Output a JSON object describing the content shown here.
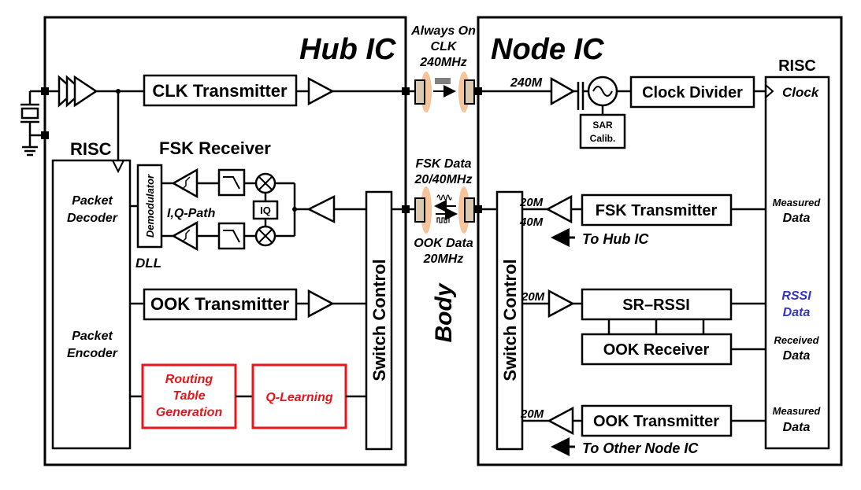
{
  "colors": {
    "accent_red": "#e8141b",
    "accent_blue": "#3333cc",
    "body_channel": "#f5c49a",
    "electrode": "#d9c9b0"
  },
  "hub": {
    "title": "Hub IC",
    "risc_label": "RISC",
    "clk_transmitter": "CLK Transmitter",
    "fsk_receiver_label": "FSK Receiver",
    "packet_decoder": [
      "Packet",
      "Decoder"
    ],
    "packet_encoder": [
      "Packet",
      "Encoder"
    ],
    "demodulator": "Demodulator",
    "dll": "DLL",
    "iq_path": "I,Q-Path",
    "iq_box": "IQ",
    "ook_transmitter": "OOK Transmitter",
    "switch_control": "Switch Control",
    "routing_table": [
      "Routing",
      "Table",
      "Generation"
    ],
    "q_learning": "Q-Learning"
  },
  "channel": {
    "always_on": [
      "Always On",
      "CLK",
      "240MHz"
    ],
    "fsk_data": [
      "FSK Data",
      "20/40MHz"
    ],
    "ook_data": [
      "OOK Data",
      "20MHz"
    ],
    "body": "Body"
  },
  "node": {
    "title": "Node IC",
    "risc_label": "RISC",
    "clk_240m": "240M",
    "clock_divider": "Clock Divider",
    "clock_port": "Clock",
    "sar_calib": [
      "SAR",
      "Calib."
    ],
    "switch_control": "Switch Control",
    "fsk_20m": "20M",
    "fsk_40m": "40M",
    "fsk_transmitter": "FSK Transmitter",
    "to_hub": "To Hub IC",
    "ook_rx_20m": "20M",
    "sr_rssi": "SR–RSSI",
    "ook_receiver": "OOK Receiver",
    "ook_tx_20m": "20M",
    "ook_transmitter": "OOK Transmitter",
    "to_other_node": "To Other Node IC",
    "measured_data_1": [
      "Measured",
      "Data"
    ],
    "rssi_data": [
      "RSSI",
      "Data"
    ],
    "received_data": [
      "Received",
      "Data"
    ],
    "measured_data_2": [
      "Measured",
      "Data"
    ]
  }
}
